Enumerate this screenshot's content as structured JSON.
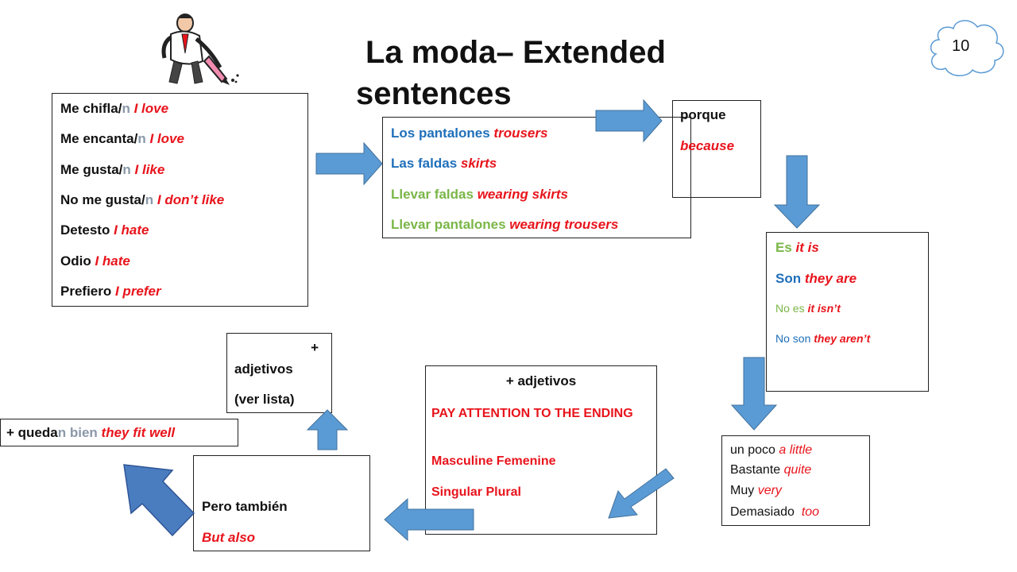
{
  "title": {
    "line1": "La moda– Extended",
    "line2": "sentences"
  },
  "badge": {
    "number": "10"
  },
  "icons": {
    "clipart": "man-writing-with-pen-icon",
    "cloud": "cloud-badge-icon"
  },
  "colors": {
    "arrow": "#5b9bd5",
    "english": "#e8141c",
    "spanish_blue": "#1f6fba",
    "spanish_green": "#7ab648"
  },
  "opinions": [
    {
      "es": "Me chifla/",
      "suffix": "n",
      "en": "I love"
    },
    {
      "es": "Me encanta/",
      "suffix": "n",
      "en": "I love"
    },
    {
      "es": "Me gusta/",
      "suffix": "n",
      "en": "I like"
    },
    {
      "es": "No me gusta/",
      "suffix": "n",
      "en": "I don’t like"
    },
    {
      "es": "Detesto",
      "suffix": "",
      "en": "I hate"
    },
    {
      "es": "Odio",
      "suffix": "",
      "en": "I hate"
    },
    {
      "es": "Prefiero",
      "suffix": "",
      "en": "I prefer"
    }
  ],
  "clothes": [
    {
      "es": "Los pantalones",
      "en": "trousers"
    },
    {
      "es": "Las faldas",
      "en": "skirts"
    },
    {
      "es": "Llevar faldas",
      "en": "wearing skirts"
    },
    {
      "es": "Llevar pantalones",
      "en": "wearing trousers"
    }
  ],
  "porque": {
    "es": "porque",
    "en": "because"
  },
  "verbs": [
    {
      "es": "Es",
      "en": "it is"
    },
    {
      "es": "Son",
      "en": "they are"
    },
    {
      "es": "No es",
      "en": "it isn’t"
    },
    {
      "es": "No son",
      "en": "they aren’t"
    }
  ],
  "intensifiers": [
    {
      "es": "un poco",
      "en": "a little"
    },
    {
      "es": "Bastante",
      "en": "quite"
    },
    {
      "es": "Muy",
      "en": "very"
    },
    {
      "es": "Demasiado",
      "en": "too"
    }
  ],
  "adjectives_box": {
    "heading": "+ adjetivos",
    "attention": "PAY ATTENTION TO THE ENDING",
    "gender": "Masculine Femenine",
    "number": "Singular Plural"
  },
  "pero": {
    "es": "Pero también",
    "en": "But also"
  },
  "small_adjectives": {
    "plus": "+",
    "word": "adjetivos",
    "list": "(ver lista)"
  },
  "quedan": {
    "prefix": "+ queda",
    "suffix": "n",
    "bien": "bien",
    "en": "they fit well"
  }
}
